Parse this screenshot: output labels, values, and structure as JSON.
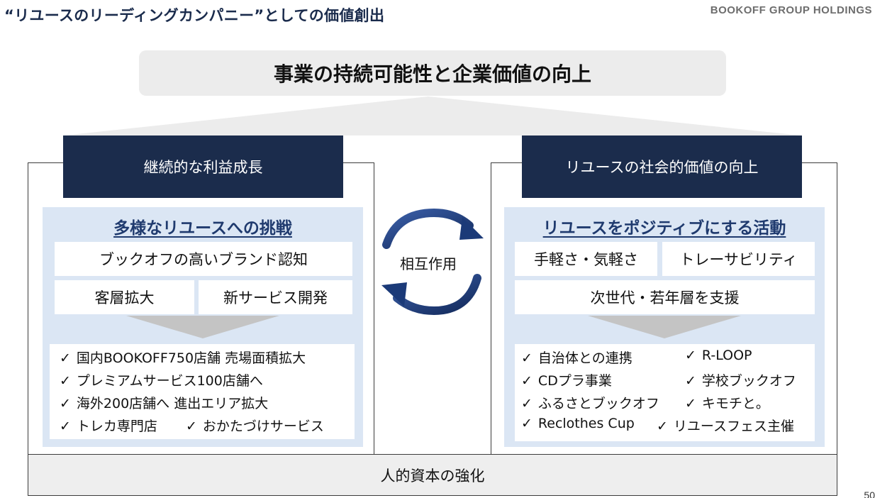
{
  "slide": {
    "title": "“リユースのリーディングカンパニー”としての価値創出",
    "company": "BOOKOFF GROUP HOLDINGS",
    "page_number": "50"
  },
  "goal": "事業の持続可能性と企業価値の向上",
  "left_pillar": {
    "header": "継続的な利益成長",
    "panel_title": "多様なリユースへの挑戦",
    "brand": "ブックオフの高いブランド認知",
    "cells": [
      "客層拡大",
      "新サービス開発"
    ],
    "checks": [
      "国内BOOKOFF750店舗 売場面積拡大",
      "プレミアムサービス100店舗へ",
      "海外200店舗へ 進出エリア拡大",
      "トレカ専門店",
      "おかたづけサービス"
    ]
  },
  "center": {
    "label": "相互作用"
  },
  "right_pillar": {
    "header": "リユースの社会的価値の向上",
    "panel_title": "リユースをポジティブにする活動",
    "cells": [
      "手軽さ・気軽さ",
      "トレーサビリティ"
    ],
    "wide_cell": "次世代・若年層を支援",
    "checks_col1": [
      "自治体との連携",
      "CDプラ事業",
      "ふるさとブックオフ",
      "Reclothes Cup"
    ],
    "checks_col2": [
      "R-LOOP",
      "学校ブックオフ",
      "キモチと。",
      "リユースフェス主催"
    ]
  },
  "foundation": "人的資本の強化",
  "check_mark": "✓",
  "colors": {
    "navy": "#1b2c4c",
    "panel_blue": "#dbe6f4",
    "title_blue": "#1f3a6e",
    "arrow_blue": "#1b3a78",
    "roof_gray": "#ececec"
  }
}
